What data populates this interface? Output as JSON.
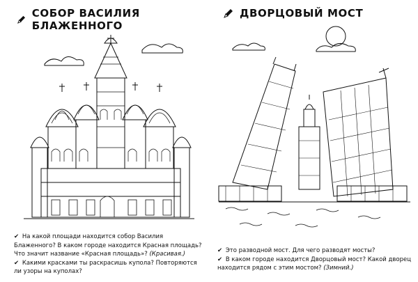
{
  "left_panel": {
    "title": "СОБОР ВАСИЛИЯ БЛАЖЕННОГО",
    "title_icon": "pencil-icon",
    "questions": [
      {
        "q": "На какой площади находится собор Василия Блаженного? В каком городе находится Красная площадь? Что значит название «Красная площадь»?",
        "a": "(Красивая.)"
      },
      {
        "q": "Какими красками ты раскрасишь купола? Повторяются ли узоры на куполах?",
        "a": ""
      }
    ]
  },
  "right_panel": {
    "title": "ДВОРЦОВЫЙ МОСТ",
    "title_icon": "pencil-icon",
    "questions": [
      {
        "q": "Это разводной мост. Для чего разводят мосты?",
        "a": ""
      },
      {
        "q": "В каком городе находится Дворцовый мост? Какой дворец находится рядом с этим мостом?",
        "a": "(Зимний.)"
      }
    ]
  },
  "check_glyph": "✔",
  "colors": {
    "ink": "#111111",
    "background": "#ffffff"
  }
}
